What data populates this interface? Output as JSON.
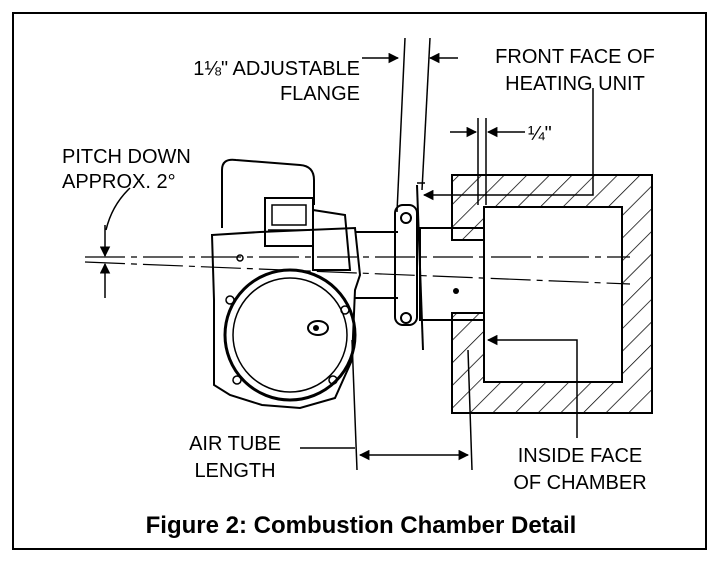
{
  "labels": {
    "flange_line1": "1⅛\" ADJUSTABLE",
    "flange_line2": "FLANGE",
    "front_line1": "FRONT FACE OF",
    "front_line2": "HEATING UNIT",
    "quarter": "¼\"",
    "pitch_line1": "PITCH DOWN",
    "pitch_line2": "APPROX. 2°",
    "airtube_line1": "AIR TUBE",
    "airtube_line2": "LENGTH",
    "inside_line1": "INSIDE FACE",
    "inside_line2": "OF CHAMBER"
  },
  "caption": "Figure 2: Combustion Chamber Detail"
}
